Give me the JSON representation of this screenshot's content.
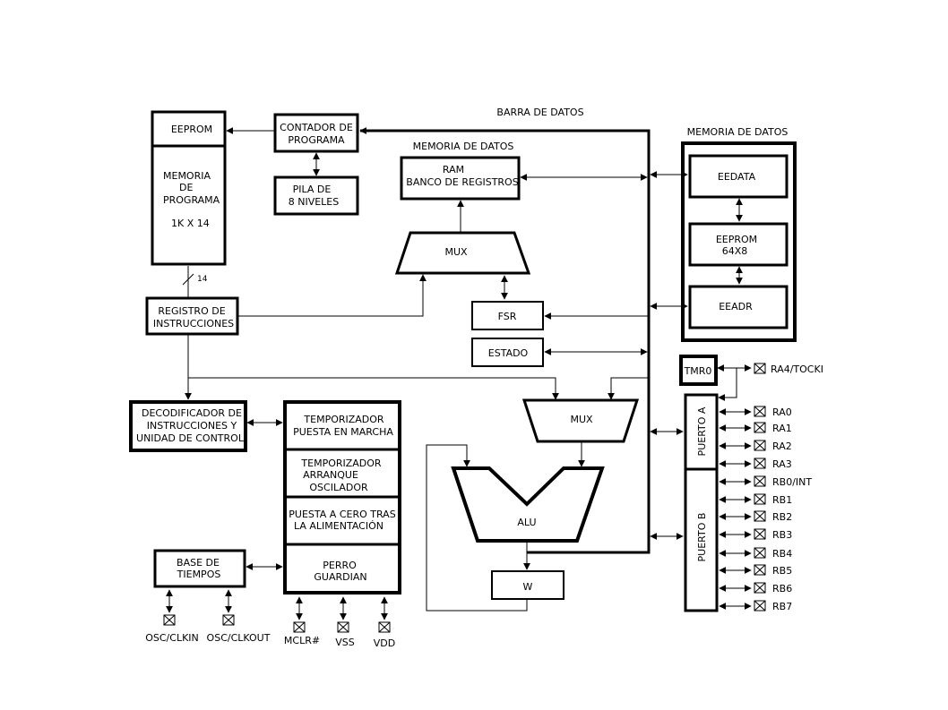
{
  "labels": {
    "barra_datos": "BARRA DE DATOS",
    "memoria_datos_ram": "MEMORIA DE DATOS",
    "memoria_datos_eeprom": "MEMORIA DE DATOS",
    "bus_width_14": "14"
  },
  "blocks": {
    "eeprom_prog_title": "EEPROM",
    "memoria_programa": [
      "MEMORIA",
      "DE",
      "PROGRAMA",
      "",
      "1K X 14"
    ],
    "contador_programa": [
      "CONTADOR DE",
      "PROGRAMA"
    ],
    "pila": [
      "PILA DE",
      "8 NIVELES"
    ],
    "ram": [
      "RAM",
      "BANCO DE REGISTROS"
    ],
    "mux_top": "MUX",
    "registro_instrucciones": [
      "REGISTRO DE",
      "INSTRUCCIONES"
    ],
    "fsr": "FSR",
    "estado": "ESTADO",
    "decodificador": [
      "DECODIFICADOR DE",
      "INSTRUCCIONES Y",
      "UNIDAD DE CONTROL"
    ],
    "temp_puesta_marcha": [
      "TEMPORIZADOR",
      "PUESTA EN MARCHA"
    ],
    "temp_arranque": [
      "TEMPORIZADOR",
      "ARRANQUE",
      "OSCILADOR"
    ],
    "puesta_cero": [
      "PUESTA A CERO TRAS",
      "LA ALIMENTACIÓN"
    ],
    "perro_guardian": [
      "PERRO",
      "GUARDIAN"
    ],
    "base_tiempos": [
      "BASE DE",
      "TIEMPOS"
    ],
    "mux_alu": "MUX",
    "alu": "ALU",
    "w": "W",
    "eedata": "EEDATA",
    "eeprom_data": [
      "EEPROM",
      "64X8"
    ],
    "eeadr": "EEADR",
    "tmr0": "TMR0",
    "puerto_a": "PUERTO A",
    "puerto_b": "PUERTO B"
  },
  "pins": {
    "ra4": "RA4/TOCKI",
    "port_a": [
      "RA0",
      "RA1",
      "RA2",
      "RA3"
    ],
    "port_b": [
      "RB0/INT",
      "RB1",
      "RB2",
      "RB3",
      "RB4",
      "RB5",
      "RB6",
      "RB7"
    ],
    "osc_clkin": "OSC/CLKIN",
    "osc_clkout": "OSC/CLKOUT",
    "mclr": "MCLR#",
    "vss": "VSS",
    "vdd": "VDD"
  }
}
